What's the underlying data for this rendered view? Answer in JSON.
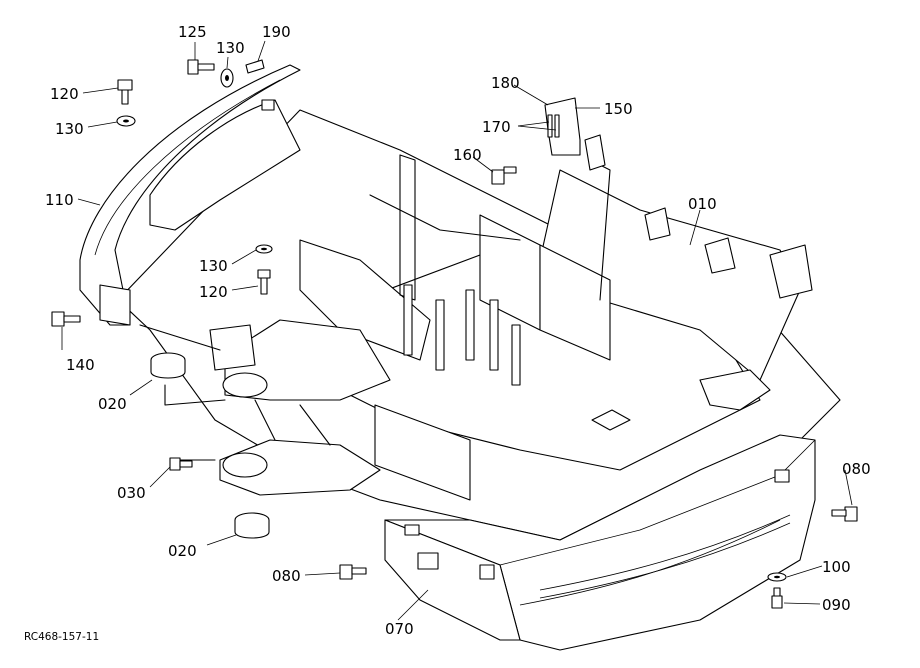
{
  "drawing_code": "RC468-157-11",
  "callouts": [
    {
      "id": "c125",
      "text": "125"
    },
    {
      "id": "c130a",
      "text": "130"
    },
    {
      "id": "c190",
      "text": "190"
    },
    {
      "id": "c120a",
      "text": "120"
    },
    {
      "id": "c130b",
      "text": "130"
    },
    {
      "id": "c110",
      "text": "110"
    },
    {
      "id": "c130c",
      "text": "130"
    },
    {
      "id": "c120b",
      "text": "120"
    },
    {
      "id": "c140",
      "text": "140"
    },
    {
      "id": "c020a",
      "text": "020"
    },
    {
      "id": "c030",
      "text": "030"
    },
    {
      "id": "c020b",
      "text": "020"
    },
    {
      "id": "c080a",
      "text": "080"
    },
    {
      "id": "c070",
      "text": "070"
    },
    {
      "id": "c180",
      "text": "180"
    },
    {
      "id": "c150",
      "text": "150"
    },
    {
      "id": "c170",
      "text": "170"
    },
    {
      "id": "c160",
      "text": "160"
    },
    {
      "id": "c010",
      "text": "010"
    },
    {
      "id": "c080b",
      "text": "080"
    },
    {
      "id": "c100",
      "text": "100"
    },
    {
      "id": "c090",
      "text": "090"
    }
  ]
}
